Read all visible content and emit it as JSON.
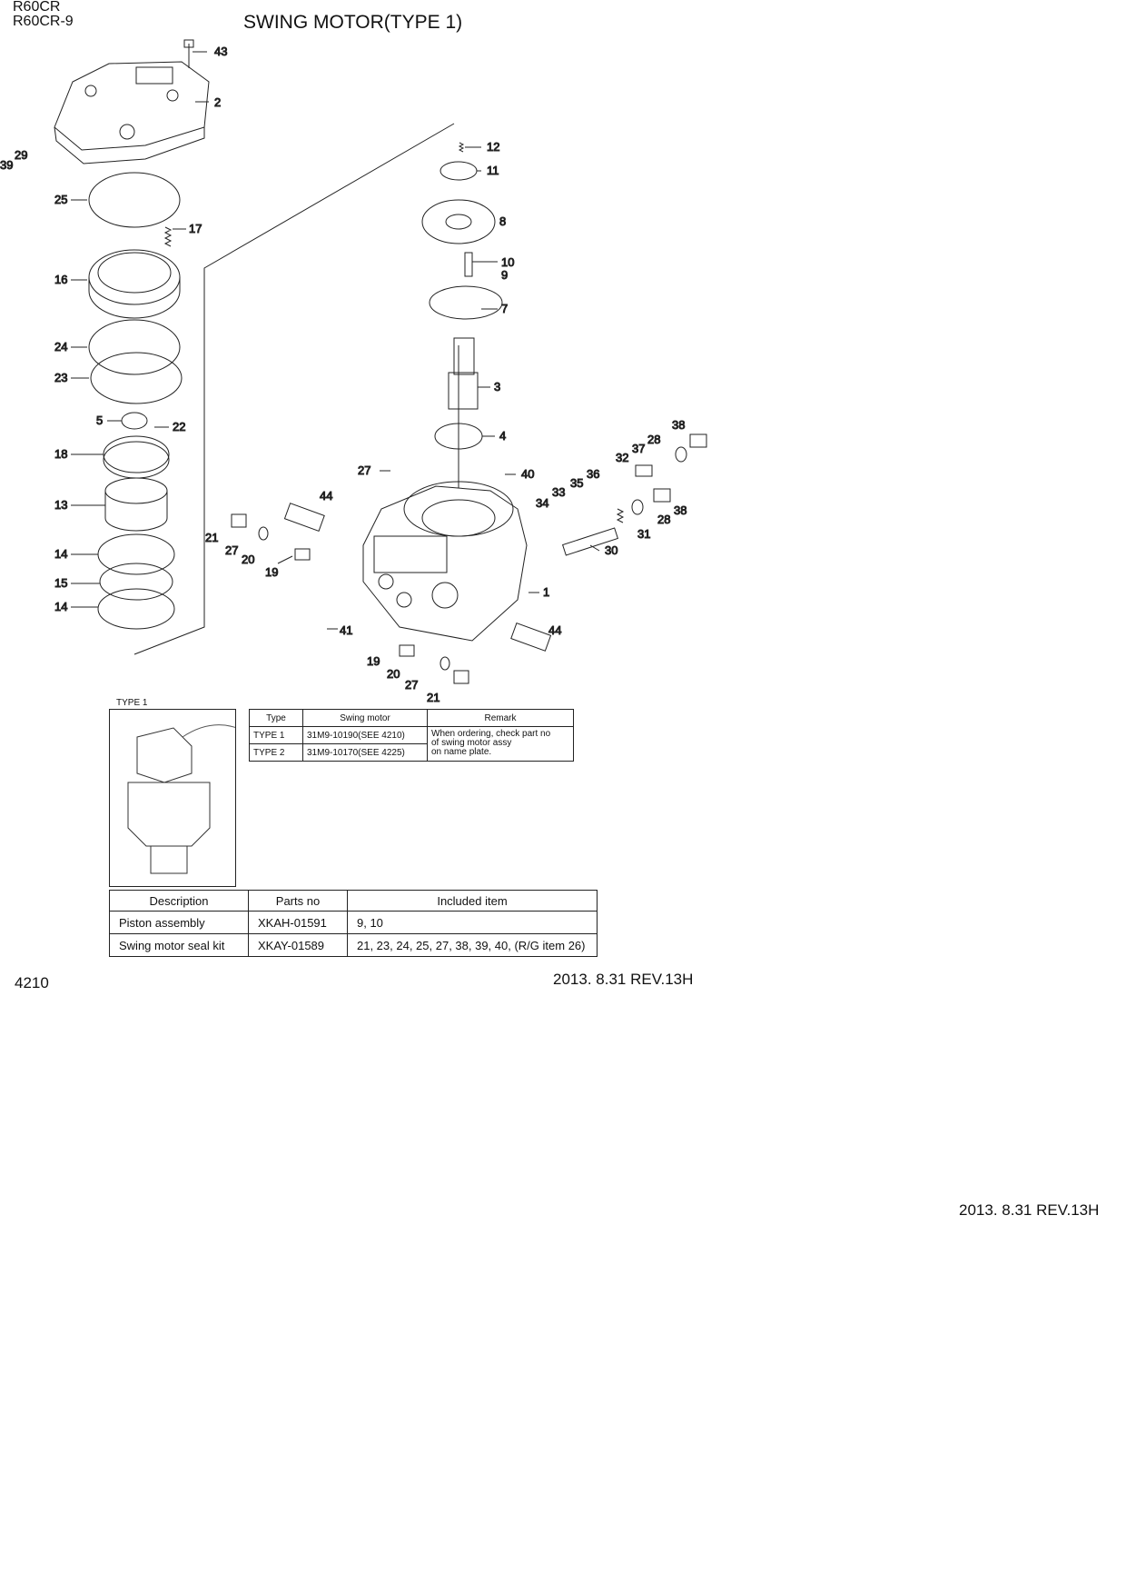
{
  "header": {
    "model_lines": [
      "R60CR",
      "R60CR-9"
    ],
    "title": "SWING MOTOR(TYPE 1)"
  },
  "diagram": {
    "part_labels": [
      "43",
      "2",
      "29",
      "39",
      "25",
      "17",
      "16",
      "24",
      "23",
      "5",
      "22",
      "18",
      "13",
      "14",
      "15",
      "14",
      "12",
      "11",
      "8",
      "10",
      "9",
      "7",
      "3",
      "4",
      "38",
      "28",
      "37",
      "32",
      "36",
      "35",
      "33",
      "34",
      "40",
      "27",
      "44",
      "21",
      "27",
      "20",
      "19",
      "38",
      "28",
      "31",
      "30",
      "1",
      "41",
      "44",
      "19",
      "20",
      "27",
      "21"
    ]
  },
  "type_box": {
    "label": "TYPE 1"
  },
  "type_table": {
    "headers": [
      "Type",
      "Swing motor",
      "Remark"
    ],
    "rows": [
      {
        "type": "TYPE 1",
        "swing_motor": "31M9-10190(SEE 4210)"
      },
      {
        "type": "TYPE 2",
        "swing_motor": "31M9-10170(SEE 4225)"
      }
    ],
    "remark_lines": [
      "When ordering, check part no",
      "of swing motor assy",
      "on name plate."
    ]
  },
  "kit_table": {
    "headers": [
      "Description",
      "Parts no",
      "Included item"
    ],
    "rows": [
      {
        "description": "Piston assembly",
        "parts_no": "XKAH-01591",
        "included": "9, 10"
      },
      {
        "description": "Swing motor seal kit",
        "parts_no": "XKAY-01589",
        "included": "21, 23, 24, 25, 27, 38, 39, 40, (R/G item 26)"
      }
    ]
  },
  "footer": {
    "page_number": "4210",
    "revision_inner": "2013. 8.31  REV.13H",
    "revision_outer": "2013. 8.31  REV.13H"
  }
}
